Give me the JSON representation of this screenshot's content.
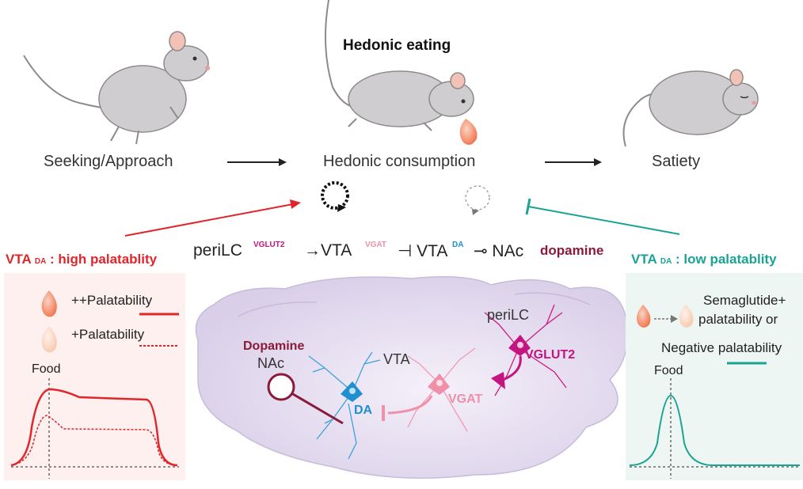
{
  "header": {
    "title": "Hedonic eating"
  },
  "stages": [
    {
      "label": "Seeking/Approach"
    },
    {
      "label": "Hedonic consumption"
    },
    {
      "label": "Satiety"
    }
  ],
  "pathway": {
    "perilc": "periLC",
    "vglut2": "VGLUT2",
    "arrow1": "→VTA",
    "vgat": "VGAT",
    "inhib": "⊣ VTA",
    "da": "DA",
    "nac": "⊸ NAc",
    "dopamine": "dopamine"
  },
  "left_panel": {
    "title_prefix": "VTA",
    "title_sup": "DA",
    "title_suffix": ": high palatablity",
    "items": [
      {
        "label": "++Palatability"
      },
      {
        "label": "+Palatability"
      }
    ],
    "food_label": "Food"
  },
  "right_panel": {
    "title_prefix": "VTA",
    "title_sup": "DA",
    "title_suffix": ": low palatablity",
    "line1": "Semaglutide+",
    "line2": "palatability or",
    "line3": "Negative palatability",
    "food_label": "Food"
  },
  "brain": {
    "dopamine_label": "Dopamine",
    "nac_label": "NAc",
    "vta_label": "VTA",
    "perilc_label": "periLC",
    "vglut2_label": "VGLUT2",
    "vgat_label": "VGAT",
    "da_label": "DA"
  },
  "colors": {
    "red": "#e0262b",
    "teal": "#1aa394",
    "magenta": "#c4147f",
    "pink": "#f08fa8",
    "blue": "#1f8fd0",
    "maroon": "#8b1a3a",
    "brain": "#ddd3ea"
  }
}
